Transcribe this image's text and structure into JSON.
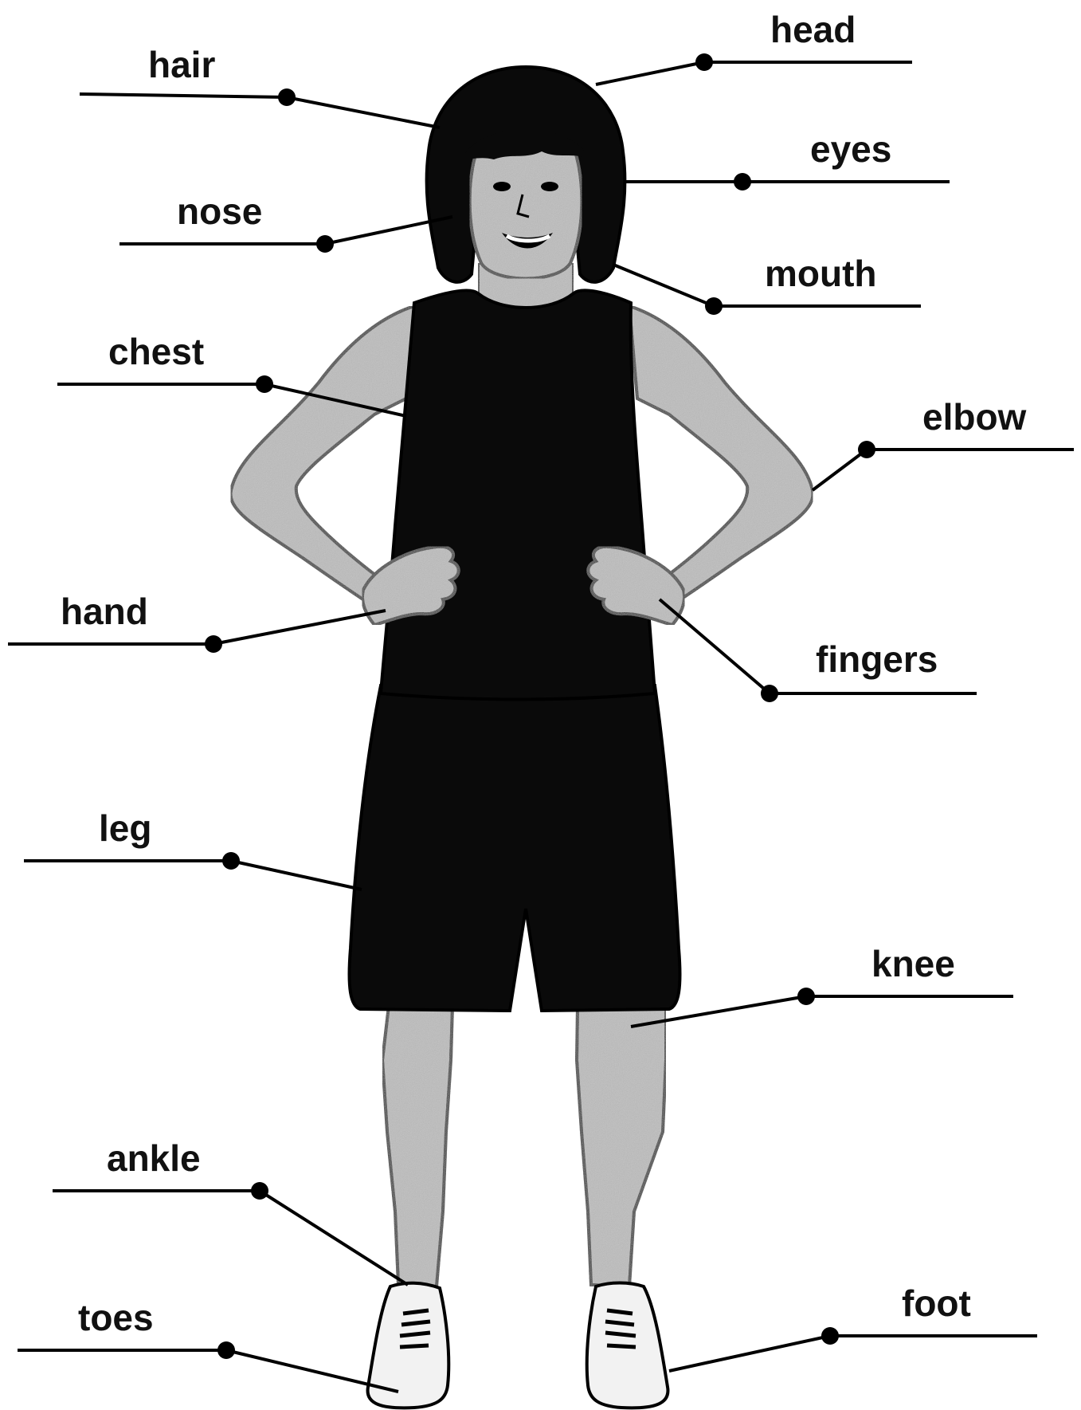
{
  "labels": {
    "hair": "hair",
    "head": "head",
    "eyes": "eyes",
    "nose": "nose",
    "mouth": "mouth",
    "chest": "chest",
    "elbow": "elbow",
    "hand": "hand",
    "fingers": "fingers",
    "leg": "leg",
    "knee": "knee",
    "ankle": "ankle",
    "toes": "toes",
    "foot": "foot"
  },
  "colors": {
    "ink": "#000000",
    "skin": "#bdbdbd",
    "clothing": "#0a0a0a",
    "shoes": "#f2f2f2"
  }
}
